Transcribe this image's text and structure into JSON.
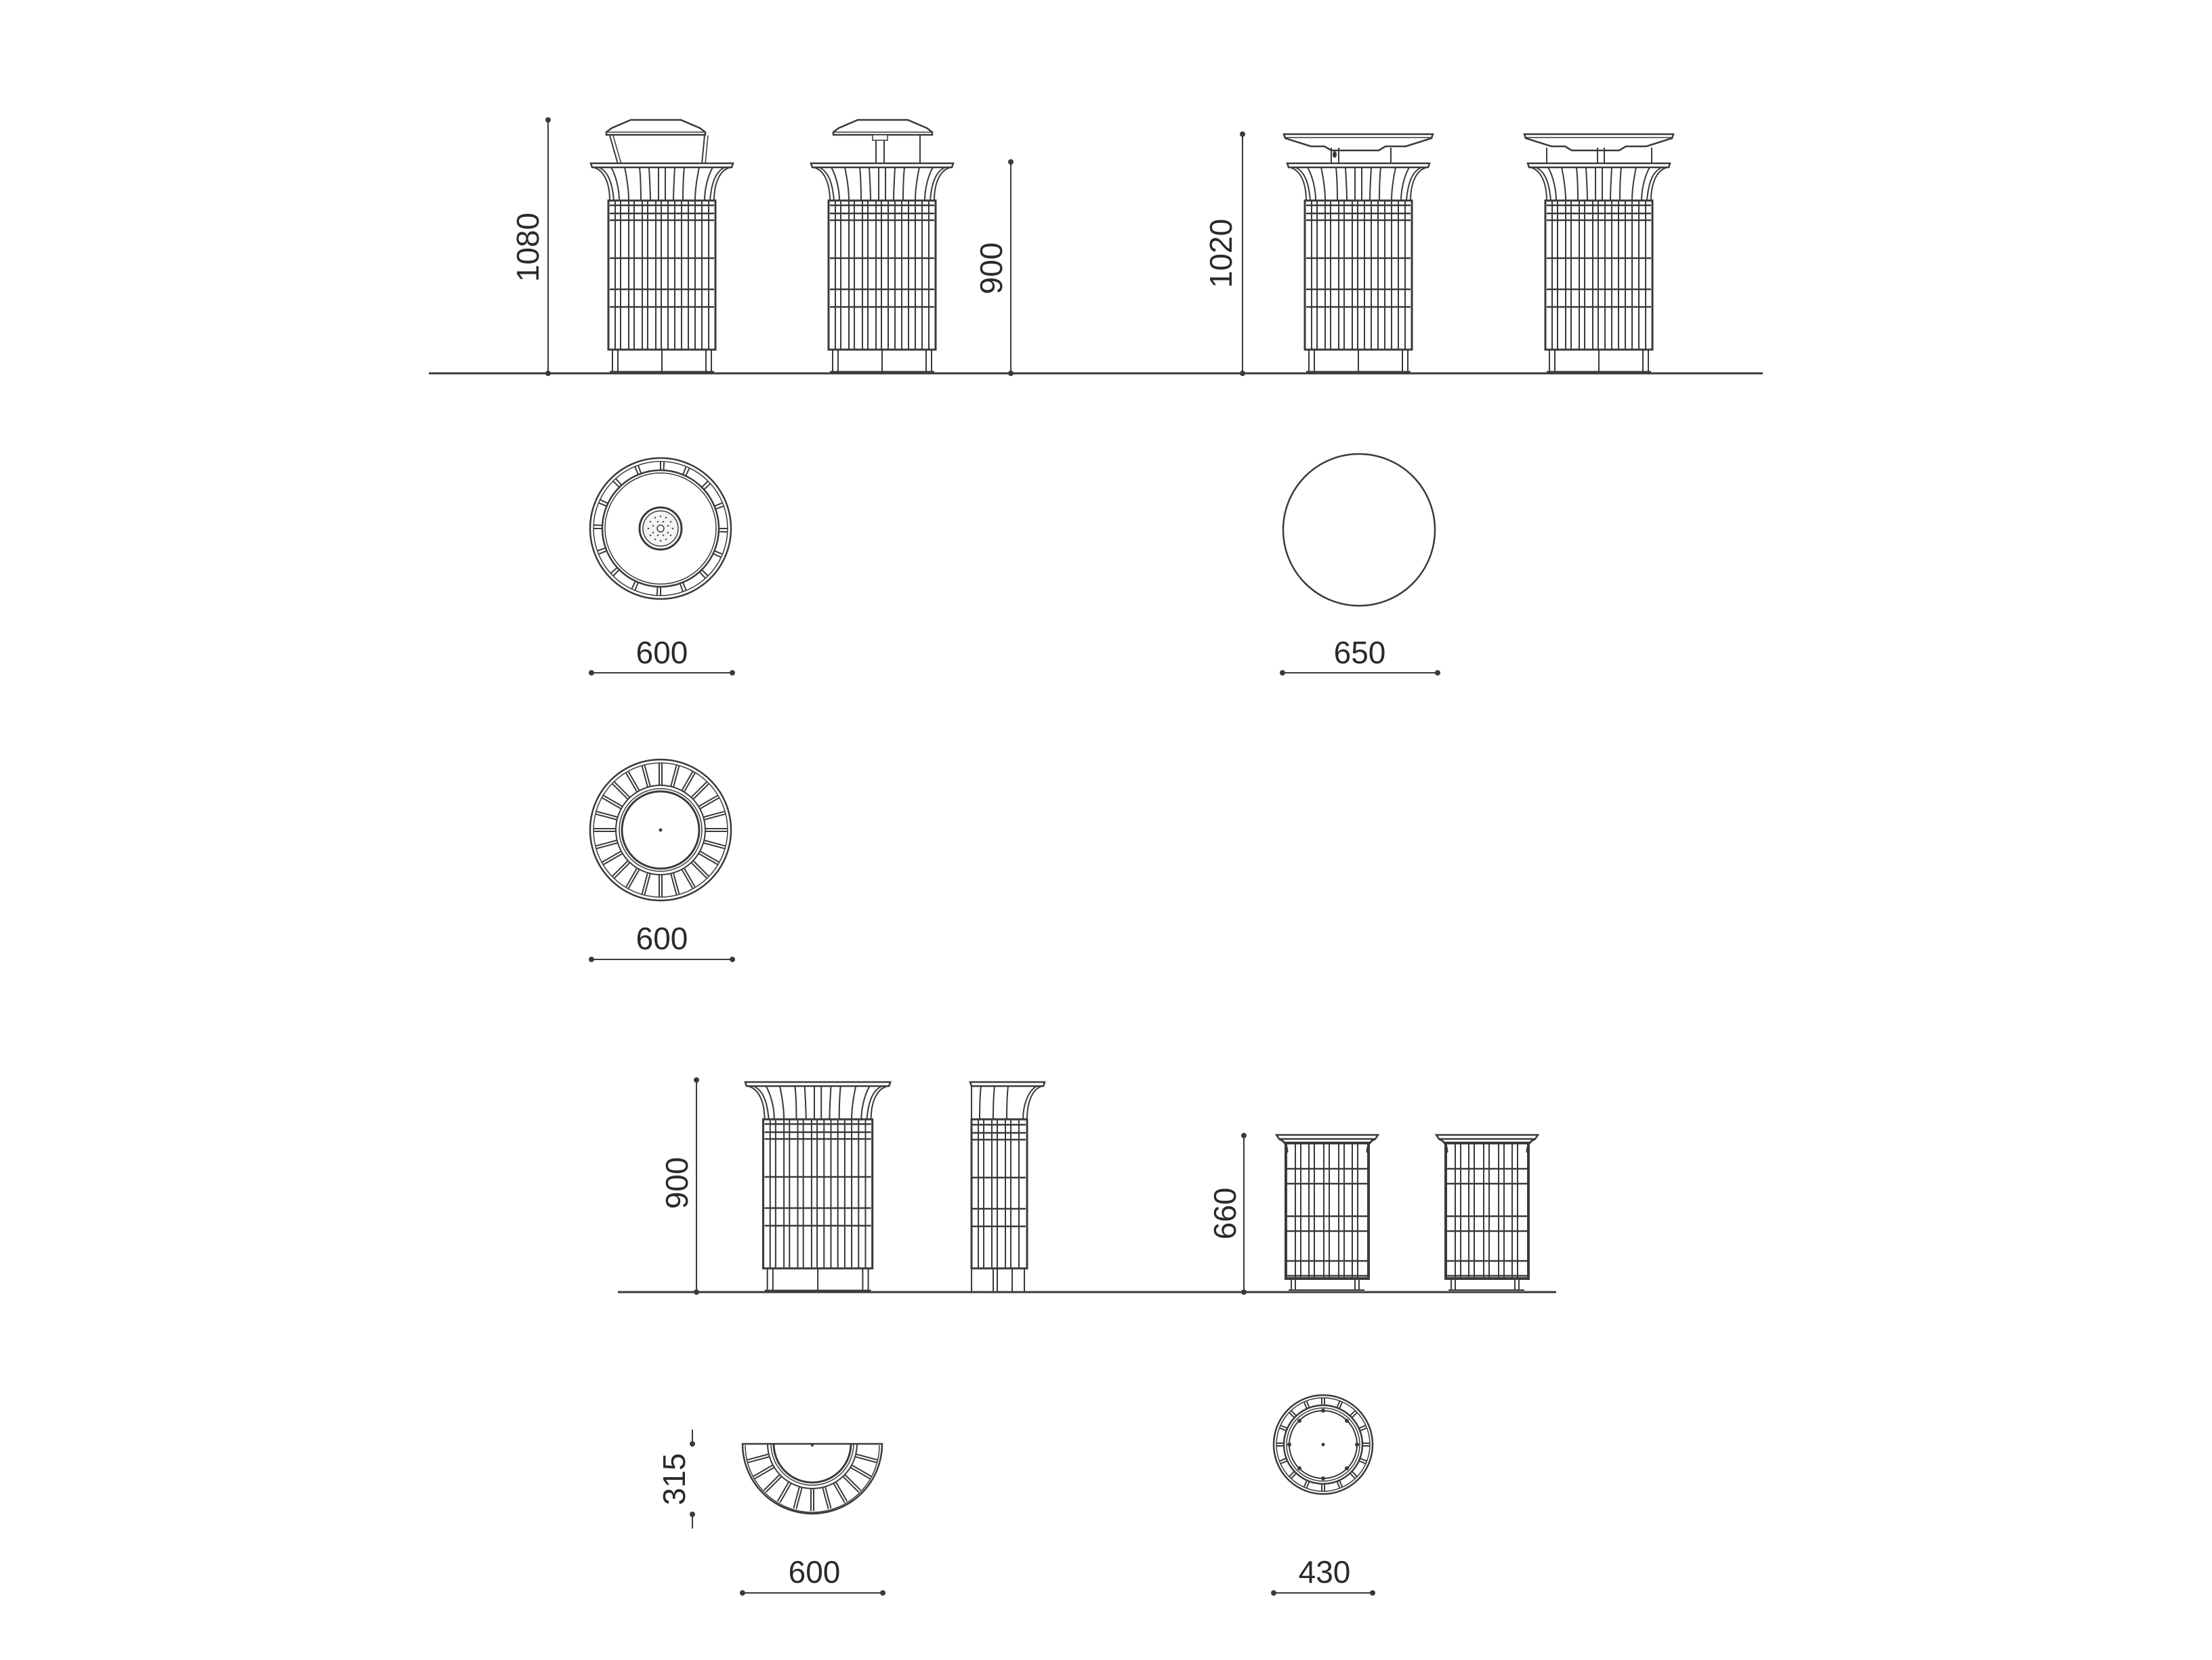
{
  "colors": {
    "line": "#3a3a3a",
    "background": "#ffffff"
  },
  "elevations_top": {
    "height_with_ashtray_lid": "1080",
    "height_body_top_row": "900",
    "height_with_flat_lid": "1020"
  },
  "plans_top": {
    "plan_ashtray_lid_width": "600",
    "plan_flat_lid_width": "650",
    "plan_open_width": "600"
  },
  "elevations_bottom": {
    "height_wall_mounted": "900",
    "height_small_bin": "660"
  },
  "plans_bottom": {
    "half_plan_depth": "315",
    "half_plan_width": "600",
    "small_plan_width": "430"
  },
  "views": [
    {
      "id": "bin-ashtray-front",
      "type": "elevation"
    },
    {
      "id": "bin-ashtray-side",
      "type": "elevation"
    },
    {
      "id": "bin-flatlid-front",
      "type": "elevation"
    },
    {
      "id": "bin-flatlid-side",
      "type": "elevation"
    },
    {
      "id": "plan-ashtray",
      "type": "plan"
    },
    {
      "id": "plan-flatlid",
      "type": "plan"
    },
    {
      "id": "plan-open",
      "type": "plan"
    },
    {
      "id": "bin-halfround-front",
      "type": "elevation"
    },
    {
      "id": "bin-halfround-side",
      "type": "elevation"
    },
    {
      "id": "bin-small-front",
      "type": "elevation"
    },
    {
      "id": "bin-small-side",
      "type": "elevation"
    },
    {
      "id": "plan-halfround",
      "type": "plan"
    },
    {
      "id": "plan-small",
      "type": "plan"
    }
  ]
}
